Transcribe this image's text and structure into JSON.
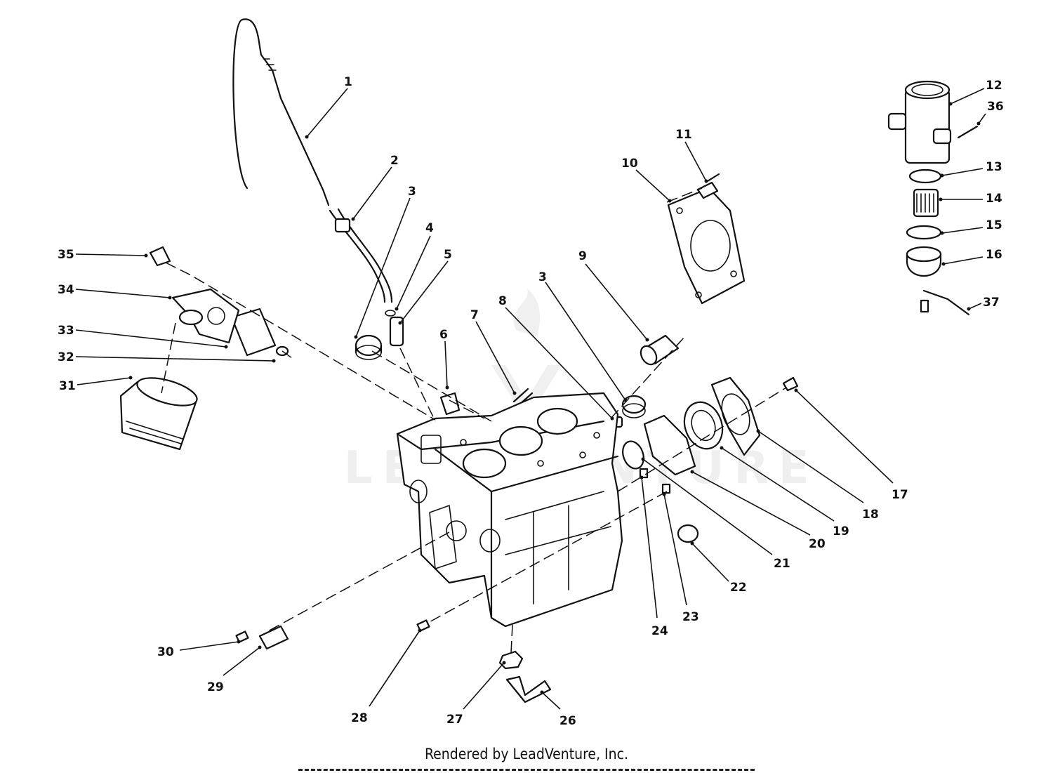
{
  "footer": {
    "credit": "Rendered by LeadVenture, Inc."
  },
  "watermark": {
    "text": "LEADVENTURE"
  },
  "callouts": [
    "1",
    "2",
    "3",
    "3",
    "4",
    "5",
    "6",
    "7",
    "8",
    "9",
    "10",
    "11",
    "12",
    "13",
    "14",
    "15",
    "16",
    "17",
    "18",
    "19",
    "20",
    "21",
    "22",
    "23",
    "24",
    "26",
    "27",
    "28",
    "29",
    "30",
    "31",
    "32",
    "33",
    "34",
    "35",
    "36",
    "37"
  ],
  "colors": {
    "ink": "#111111",
    "background": "#ffffff"
  }
}
